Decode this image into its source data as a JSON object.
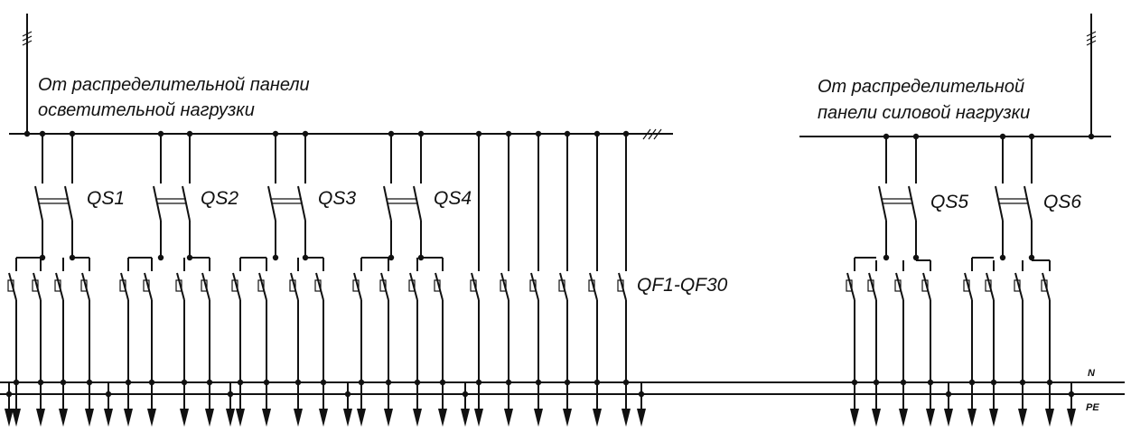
{
  "left_feed": {
    "line1": "От распределительной панели",
    "line2": "осветительной нагрузки"
  },
  "right_feed": {
    "line1": "От распределительной",
    "line2": "панели силовой нагрузки"
  },
  "switches": [
    "QS1",
    "QS2",
    "QS3",
    "QS4",
    "QS5",
    "QS6"
  ],
  "breakers_label": "QF1-QF30",
  "bus_n": "N",
  "bus_pe": "PE"
}
